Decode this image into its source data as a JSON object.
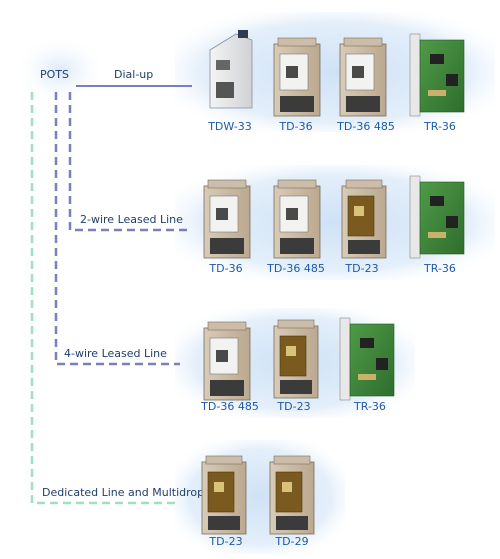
{
  "hub": {
    "label": "POTS"
  },
  "links": [
    {
      "label": "Dial-up",
      "style": "solid"
    },
    {
      "label": "2-wire Leased Line",
      "style": "dashed"
    },
    {
      "label": "4-wire Leased Line",
      "style": "dashed"
    },
    {
      "label": "Dedicated Line and Multidrop",
      "style": "dashed"
    }
  ],
  "groups": [
    {
      "devices": [
        "TDW-33",
        "TD-36",
        "TD-36 485",
        "TR-36"
      ]
    },
    {
      "devices": [
        "TD-36",
        "TD-36 485",
        "TD-23",
        "TR-36"
      ]
    },
    {
      "devices": [
        "TD-36 485",
        "TD-23",
        "TR-36"
      ]
    },
    {
      "devices": [
        "TD-23",
        "TD-29"
      ]
    }
  ],
  "colors": {
    "line_purple": "#7a7fc0",
    "line_green": "#9fe0bf",
    "label_text": "#1f3f6a",
    "device_label": "#1f5aa6",
    "panel_glow": "#dceaf8"
  }
}
